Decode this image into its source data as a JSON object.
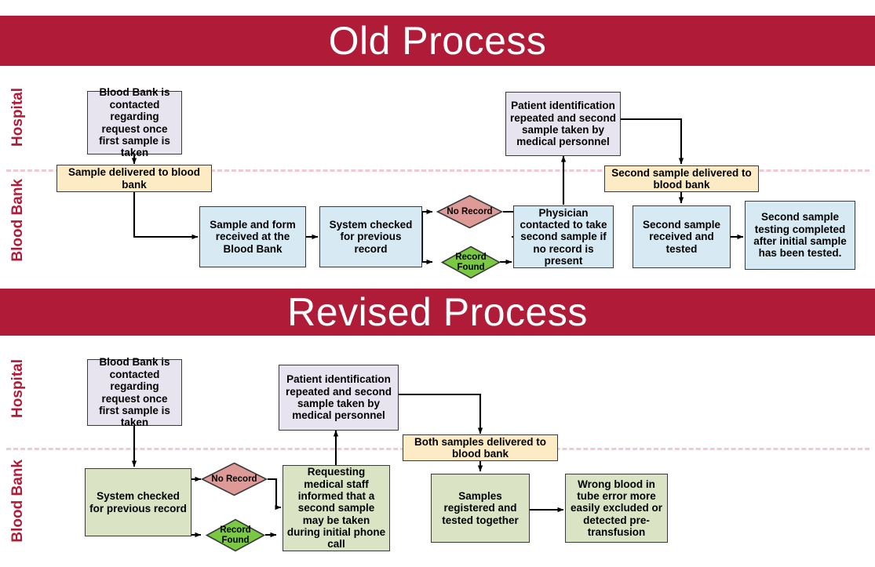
{
  "theme": {
    "banner_color": "#b01b38",
    "lane_label_color": "#b01b38",
    "lane_divider_color": "#f2c9d1",
    "hospital_node_color": "#e8e4ef",
    "handoff_node_color": "#fcebc4",
    "bloodbank_old_node_color": "#d7eaf3",
    "bloodbank_new_node_color": "#dae4c4",
    "no_record_color": "#dd9a96",
    "record_found_color": "#7ac943",
    "border_color": "#3a3a3a"
  },
  "old_process": {
    "banner_title": "Old Process",
    "lanes": [
      {
        "label": "Hospital"
      },
      {
        "label": "Blood Bank"
      }
    ],
    "nodes": [
      {
        "id": "old-blood-bank-contacted",
        "text": "Blood Bank is contacted regarding request once first sample is taken",
        "lane": "Hospital",
        "style": "hospital"
      },
      {
        "id": "old-sample-delivered",
        "text": "Sample delivered to blood bank",
        "lane": "Handoff",
        "style": "handoff"
      },
      {
        "id": "old-sample-form-received",
        "text": "Sample and form received at the Blood Bank",
        "lane": "Blood Bank",
        "style": "bloodbank"
      },
      {
        "id": "old-system-checked",
        "text": "System checked for previous record",
        "lane": "Blood Bank",
        "style": "bloodbank"
      },
      {
        "id": "old-physician-contacted",
        "text": "Physician contacted to take second sample if no record is present",
        "lane": "Blood Bank",
        "style": "bloodbank"
      },
      {
        "id": "old-patient-id-repeated",
        "text": "Patient identification repeated and second sample taken by medical personnel",
        "lane": "Hospital",
        "style": "hospital"
      },
      {
        "id": "old-second-sample-delivered",
        "text": "Second sample delivered to blood bank",
        "lane": "Handoff",
        "style": "handoff"
      },
      {
        "id": "old-second-sample-received",
        "text": "Second sample received and tested",
        "lane": "Blood Bank",
        "style": "bloodbank"
      },
      {
        "id": "old-second-sample-testing",
        "text": "Second sample testing completed after initial sample has been tested.",
        "lane": "Blood Bank",
        "style": "bloodbank"
      }
    ],
    "decisions": [
      {
        "id": "old-no-record",
        "text": "No Record",
        "color": "#dd9a96"
      },
      {
        "id": "old-record-found",
        "text": "Record Found",
        "color": "#7ac943"
      }
    ]
  },
  "revised_process": {
    "banner_title": "Revised Process",
    "lanes": [
      {
        "label": "Hospital"
      },
      {
        "label": "Blood Bank"
      }
    ],
    "nodes": [
      {
        "id": "rev-blood-bank-contacted",
        "text": "Blood Bank is contacted regarding request once first sample is taken",
        "lane": "Hospital",
        "style": "hospital"
      },
      {
        "id": "rev-patient-id-repeated",
        "text": "Patient identification repeated and second sample taken by medical personnel",
        "lane": "Hospital",
        "style": "hospital"
      },
      {
        "id": "rev-both-samples-delivered",
        "text": "Both samples delivered to blood bank",
        "lane": "Handoff",
        "style": "handoff"
      },
      {
        "id": "rev-system-checked",
        "text": "System checked for previous record",
        "lane": "Blood Bank",
        "style": "bloodbank"
      },
      {
        "id": "rev-requesting-staff-informed",
        "text": "Requesting medical staff informed that a second sample may be taken during initial phone call",
        "lane": "Blood Bank",
        "style": "bloodbank"
      },
      {
        "id": "rev-samples-registered",
        "text": "Samples registered and tested together",
        "lane": "Blood Bank",
        "style": "bloodbank"
      },
      {
        "id": "rev-wrong-blood-excluded",
        "text": "Wrong blood in tube error more easily excluded or detected pre-transfusion",
        "lane": "Blood Bank",
        "style": "bloodbank"
      }
    ],
    "decisions": [
      {
        "id": "rev-no-record",
        "text": "No Record",
        "color": "#dd9a96"
      },
      {
        "id": "rev-record-found",
        "text": "Record Found",
        "color": "#7ac943"
      }
    ]
  }
}
